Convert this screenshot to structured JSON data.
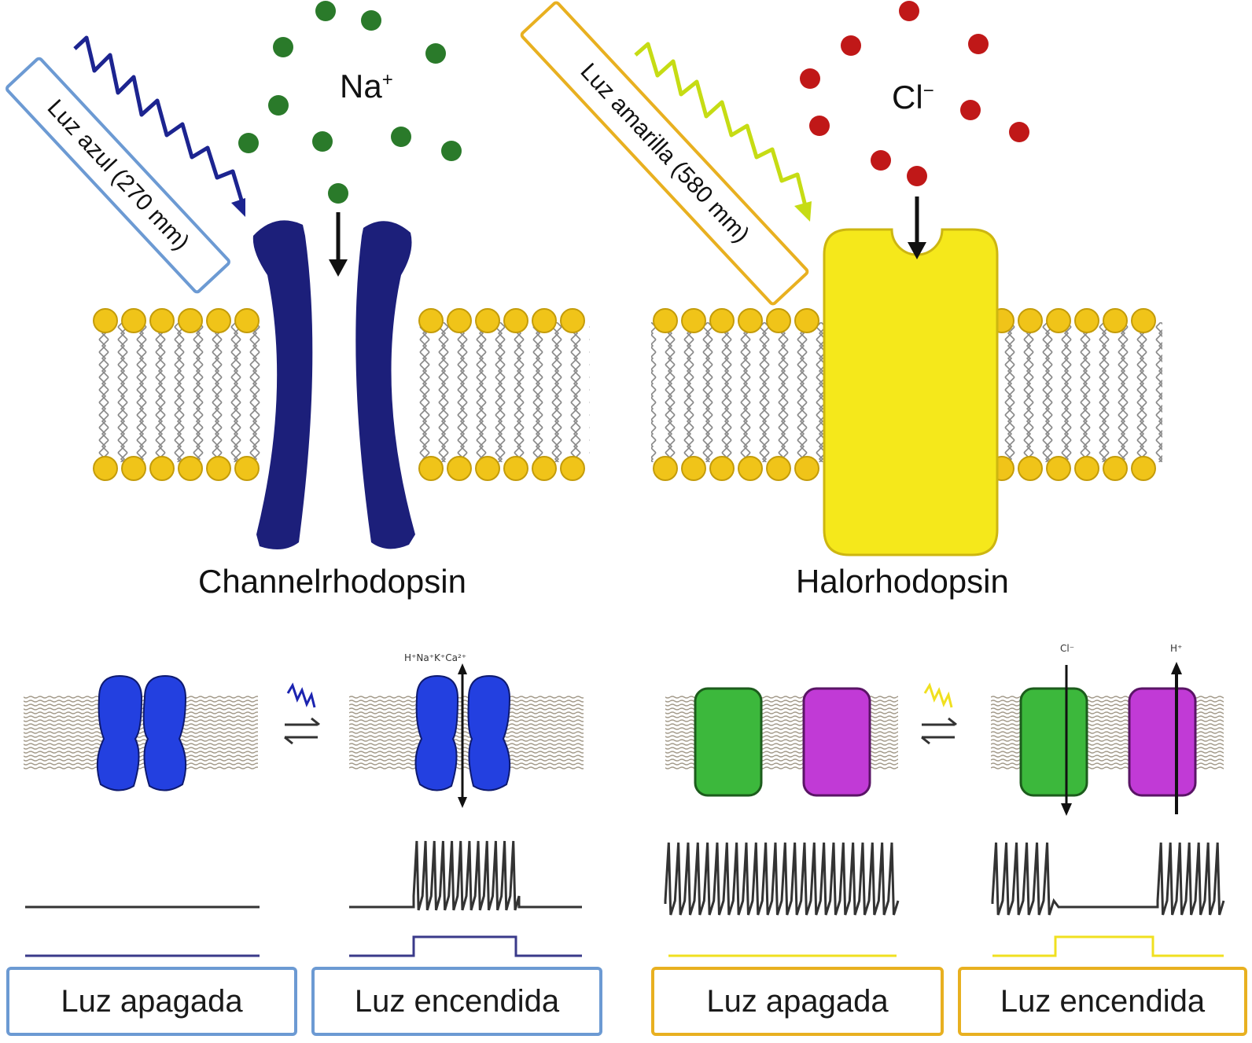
{
  "top": {
    "channelrhodopsin": {
      "light_label": "Luz azul (270 mm)",
      "ion_main": "Na",
      "ion_charge": "+",
      "protein_name": "Channelrhodopsin"
    },
    "halorhodopsin": {
      "light_label": "Luz amarilla (580 mm)",
      "ion_main": "Cl",
      "ion_charge": "−",
      "protein_name": "Halorhodopsin"
    }
  },
  "bottom": {
    "channel_ions_label": "H⁺Na⁺K⁺Ca²⁺",
    "halo_cl_label": "Cl⁻",
    "halo_h_label": "H⁺",
    "labels": [
      "Luz apagada",
      "Luz encendida",
      "Luz apagada",
      "Luz encendida"
    ]
  },
  "colors": {
    "channel_blue": "#1c1f7a",
    "halo_yellow": "#f5e81b",
    "lipid_head": "#f0c419",
    "na_ion": "#2a7a2a",
    "cl_ion": "#c01818",
    "blue_box": "#6c9ad3",
    "orange_box": "#e8b020",
    "pump_green": "#3cb83c",
    "pump_magenta": "#c13ad6",
    "chr_blue": "#2340e0"
  }
}
